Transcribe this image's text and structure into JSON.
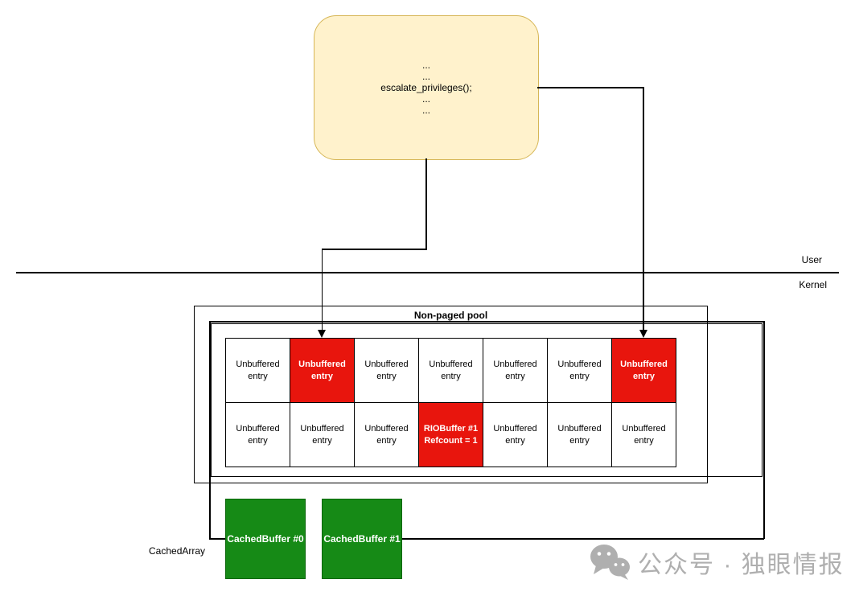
{
  "note": {
    "lines": [
      "...",
      "...",
      "escalate_privileges();",
      "...",
      "..."
    ]
  },
  "boundary": {
    "user_label": "User",
    "kernel_label": "Kernel"
  },
  "pool": {
    "title": "Non-paged pool",
    "rows": [
      {
        "cells": [
          {
            "lines": [
              "Unbuffered",
              "entry"
            ],
            "highlighted": false
          },
          {
            "lines": [
              "Unbuffered",
              "entry"
            ],
            "highlighted": true
          },
          {
            "lines": [
              "Unbuffered",
              "entry"
            ],
            "highlighted": false
          },
          {
            "lines": [
              "Unbuffered",
              "entry"
            ],
            "highlighted": false
          },
          {
            "lines": [
              "Unbuffered",
              "entry"
            ],
            "highlighted": false
          },
          {
            "lines": [
              "Unbuffered",
              "entry"
            ],
            "highlighted": false
          },
          {
            "lines": [
              "Unbuffered",
              "entry"
            ],
            "highlighted": true
          }
        ]
      },
      {
        "cells": [
          {
            "lines": [
              "Unbuffered",
              "entry"
            ],
            "highlighted": false
          },
          {
            "lines": [
              "Unbuffered",
              "entry"
            ],
            "highlighted": false
          },
          {
            "lines": [
              "Unbuffered",
              "entry"
            ],
            "highlighted": false
          },
          {
            "lines": [
              "RIOBuffer #1",
              "Refcount = 1"
            ],
            "highlighted": true
          },
          {
            "lines": [
              "Unbuffered",
              "entry"
            ],
            "highlighted": false
          },
          {
            "lines": [
              "Unbuffered",
              "entry"
            ],
            "highlighted": false
          },
          {
            "lines": [
              "Unbuffered",
              "entry"
            ],
            "highlighted": false
          }
        ]
      }
    ]
  },
  "cached_array": {
    "label": "CachedArray",
    "buffers": [
      {
        "label": "CachedBuffer #0"
      },
      {
        "label": "CachedBuffer #1"
      }
    ]
  },
  "watermark": {
    "icon": "wechat-logo",
    "text": "公众号 · 独眼情报"
  },
  "colors": {
    "highlight_red": "#E8150D",
    "buffer_green": "#168A16",
    "buffer_green_border": "#0B660B",
    "note_fill": "#FFF2CC",
    "note_border": "#D6B656",
    "watermark_gray": "#AFAFAF"
  }
}
